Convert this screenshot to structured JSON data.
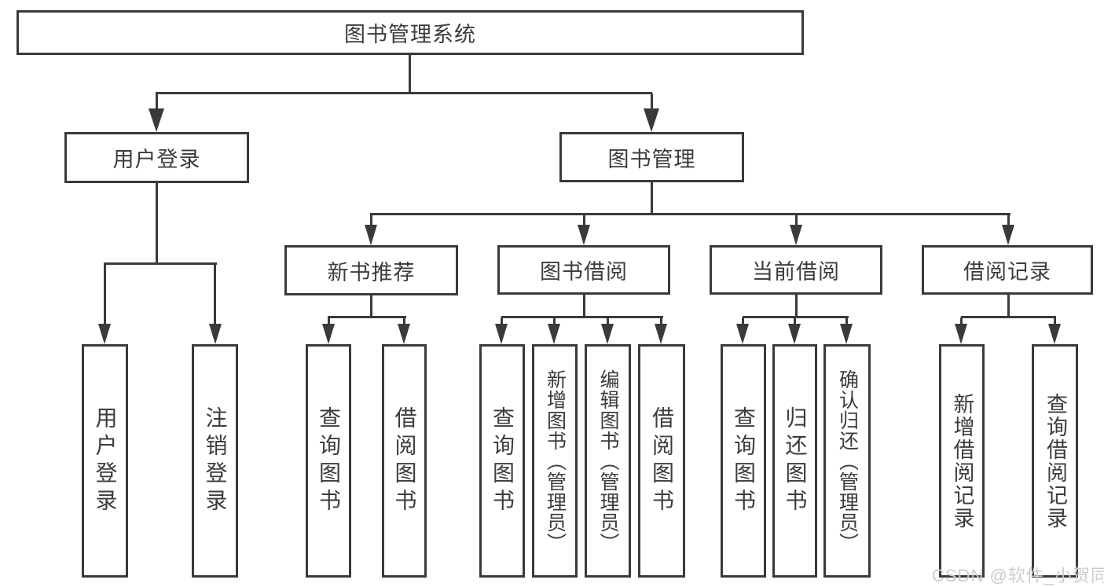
{
  "diagram": {
    "root": {
      "label": "图书管理系统"
    },
    "level2": [
      {
        "id": "user-login",
        "label": "用户登录"
      },
      {
        "id": "book-management",
        "label": "图书管理"
      }
    ],
    "level3": [
      {
        "id": "new-book-recommend",
        "label": "新书推荐"
      },
      {
        "id": "book-borrowing",
        "label": "图书借阅"
      },
      {
        "id": "current-borrowing",
        "label": "当前借阅"
      },
      {
        "id": "borrowing-records",
        "label": "借阅记录"
      }
    ],
    "leaves": {
      "user_login": [
        "用户登录",
        "注销登录"
      ],
      "new_book": [
        "查询图书",
        "借阅图书"
      ],
      "book_borrow": [
        "查询图书",
        "新增图书（管理员）",
        "编辑图书（管理员）",
        "借阅图书"
      ],
      "current_borrow": [
        "查询图书",
        "归还图书",
        "确认归还（管理员）"
      ],
      "borrow_records": [
        "新增借阅记录",
        "查询借阅记录"
      ]
    }
  },
  "watermark": {
    "text": "CSDN @软件_小贺同学"
  },
  "colors": {
    "line": "#3a3a3a",
    "text": "#3c3c3c",
    "background": "#ffffff",
    "watermark": "#cccccc"
  }
}
